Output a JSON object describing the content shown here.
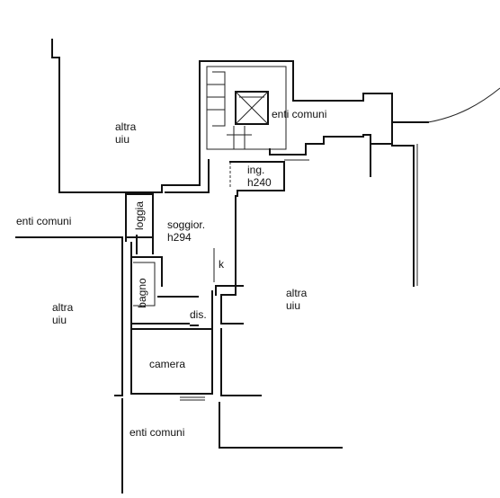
{
  "labels": {
    "altra_uiu_1": "altra\nuiu",
    "enti_comuni_top": "enti comuni",
    "ingresso": "ing.\nh240",
    "enti_comuni_left": "enti comuni",
    "loggia": "loggia",
    "soggiorno": "soggior.\nh294",
    "k": "k",
    "bagno": "bagno",
    "altra_uiu_2": "altra\nuiu",
    "altra_uiu_3": "altra\nuiu",
    "dis": "dis.",
    "camera": "camera",
    "enti_comuni_bottom": "enti comuni"
  }
}
